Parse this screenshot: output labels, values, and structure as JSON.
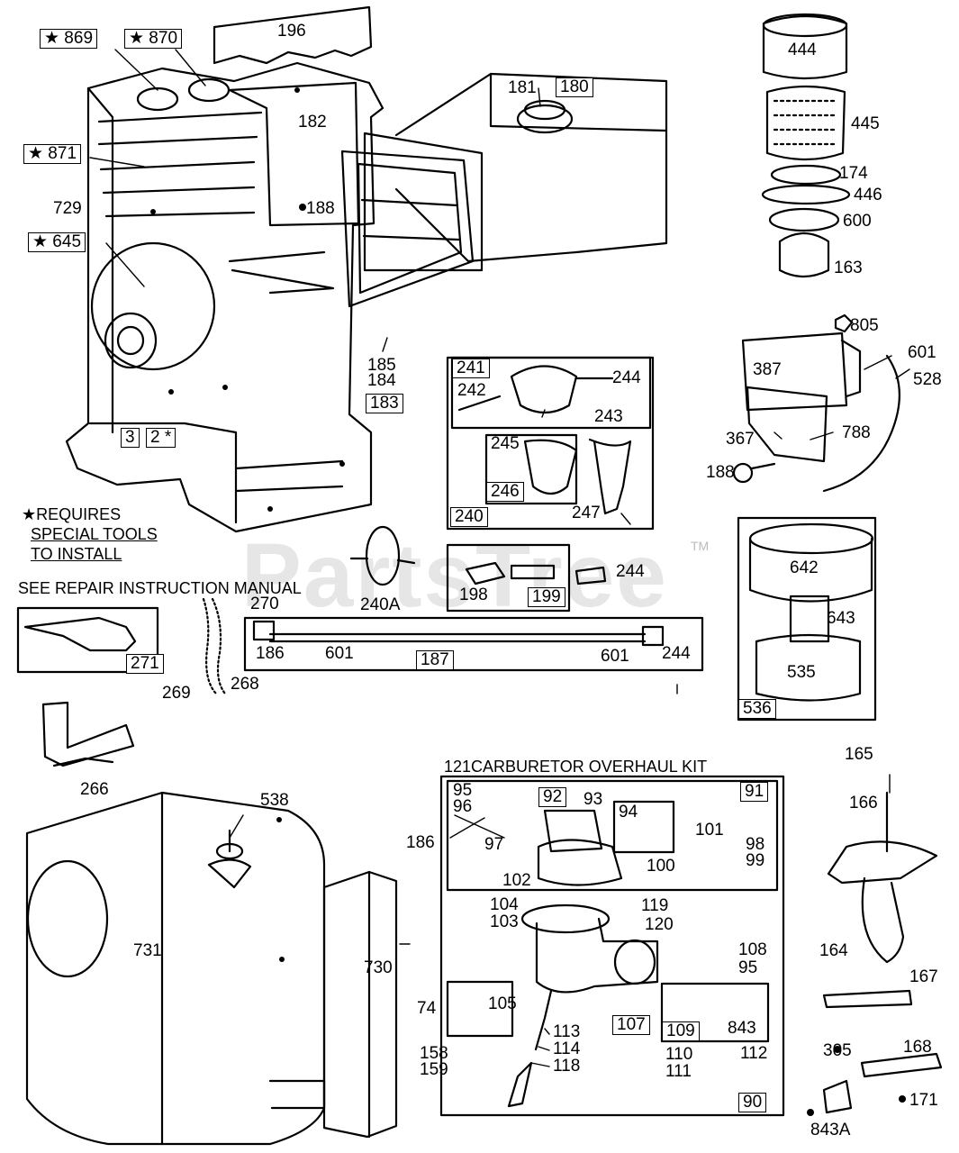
{
  "watermark": {
    "text": "PartsTree",
    "tm": "TM"
  },
  "notes": {
    "requires_1": "★REQUIRES",
    "requires_2": "SPECIAL TOOLS",
    "requires_3": "TO INSTALL",
    "repair_manual": "SEE REPAIR INSTRUCTION MANUAL",
    "kit_title": "121CARBURETOR OVERHAUL KIT"
  },
  "parts": {
    "p869": "★ 869",
    "p870": "★ 870",
    "p871": "★ 871",
    "p645": "★ 645",
    "p196": "196",
    "p182": "182",
    "p729": "729",
    "p188a": "188",
    "p181": "181",
    "p180": "180",
    "p3": "3",
    "p2": "2 *",
    "p185": "185",
    "p184": "184",
    "p183": "183",
    "p444": "444",
    "p445": "445",
    "p174": "174",
    "p446": "446",
    "p600": "600",
    "p163": "163",
    "p805": "805",
    "p387": "387",
    "p601a": "601",
    "p528": "528",
    "p367": "367",
    "p788": "788",
    "p188b": "188",
    "p241": "241",
    "p242": "242",
    "p244a": "244",
    "p243": "243",
    "p245": "245",
    "p246": "246",
    "p247": "247",
    "p240": "240",
    "p240A": "240A",
    "p198": "198",
    "p199": "199",
    "p244b": "244",
    "p642": "642",
    "p643": "643",
    "p535": "535",
    "p536": "536",
    "p270": "270",
    "p271": "271",
    "p269": "269",
    "p268": "268",
    "p186a": "186",
    "p601b": "601",
    "p187": "187",
    "p601c": "601",
    "p244c": "244",
    "p266": "266",
    "p538": "538",
    "p731": "731",
    "p730": "730",
    "p74": "74",
    "p158": "158",
    "p159": "159",
    "p186b": "186",
    "p165": "165",
    "p166": "166",
    "p164": "164",
    "p167": "167",
    "p305": "305",
    "p168": "168",
    "p171": "171",
    "p843A": "843A",
    "p95a": "95",
    "p96": "96",
    "p92": "92",
    "p93": "93",
    "p91": "91",
    "p97": "97",
    "p94": "94",
    "p101": "101",
    "p98": "98",
    "p99": "99",
    "p100": "100",
    "p102": "102",
    "p104": "104",
    "p103": "103",
    "p119": "119",
    "p120": "120",
    "p108": "108",
    "p95b": "95",
    "p105": "105",
    "p107": "107",
    "p109": "109",
    "p843": "843",
    "p113": "113",
    "p114": "114",
    "p118": "118",
    "p110": "110",
    "p112": "112",
    "p111": "111",
    "p90": "90"
  }
}
